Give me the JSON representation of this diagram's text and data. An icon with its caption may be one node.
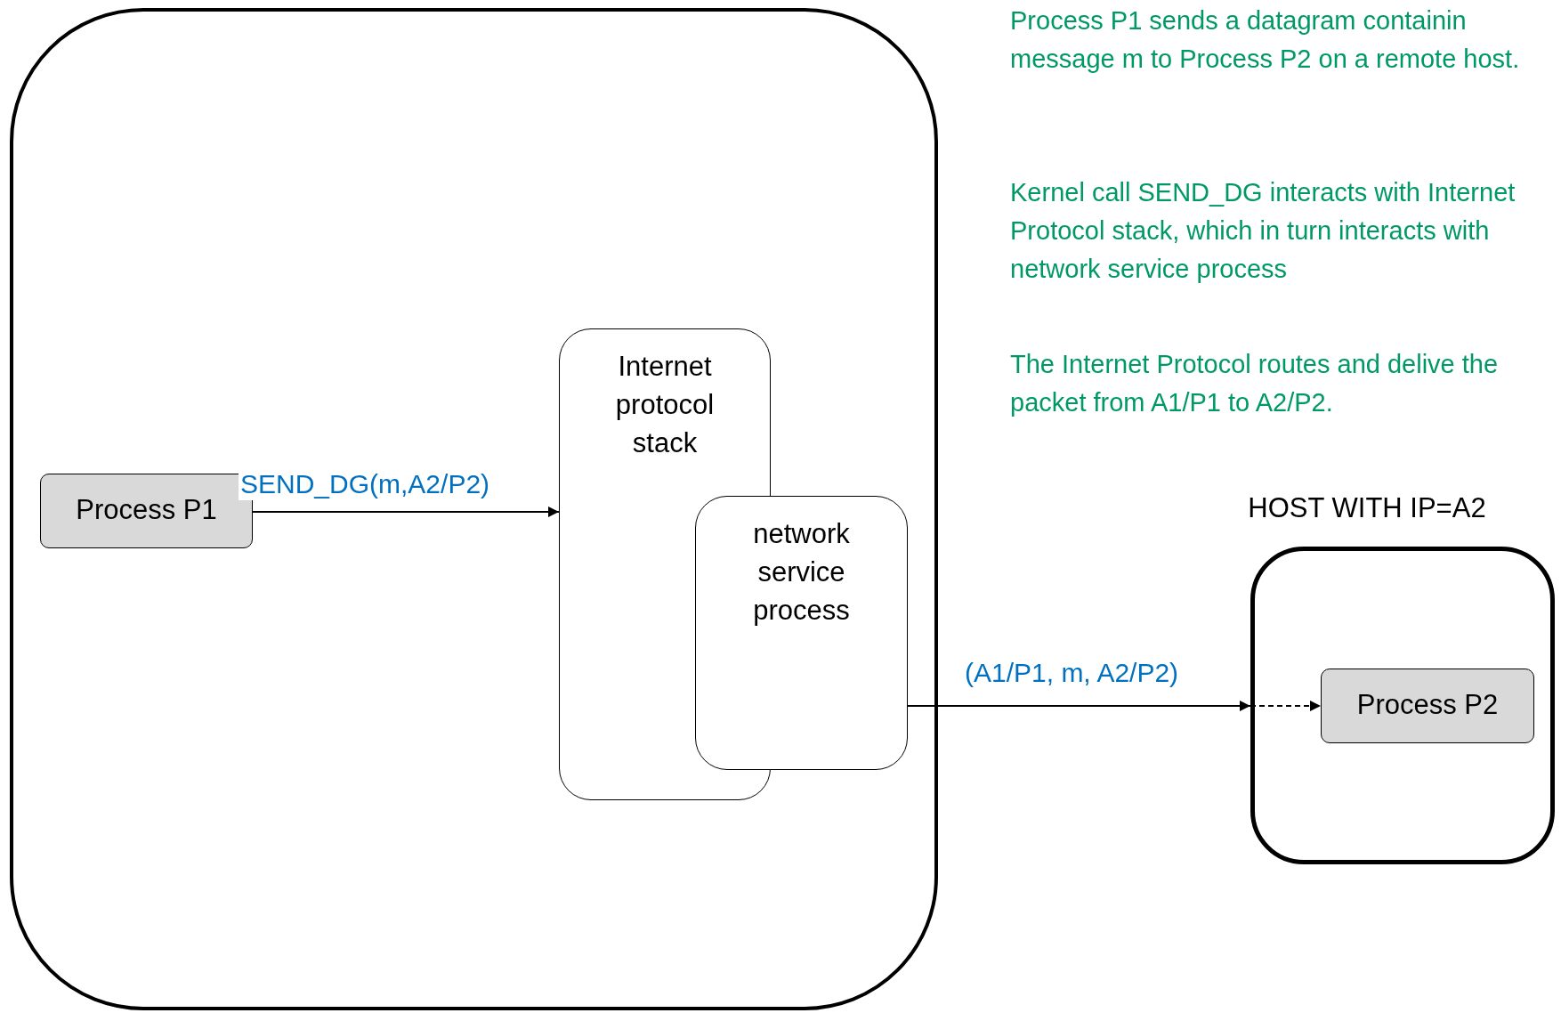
{
  "diagram": {
    "nodes": [
      {
        "text": [],
        "shape": "box"
      },
      {
        "text": [
          "Process P1"
        ],
        "in": 0
      },
      {
        "text": [
          "Internet protocol stack"
        ],
        "in": 0
      },
      {
        "text": [
          "network service process"
        ],
        "in": 0
      },
      {
        "text": [
          "HOST WITH IP=A2"
        ]
      },
      {
        "text": [
          "Process P2"
        ],
        "in": 4
      }
    ],
    "edges": [
      {
        "from": 1,
        "to": 2,
        "arrow": "to",
        "label": "SEND_DG(m,A2/P2)"
      },
      {
        "from": 3,
        "to": 4,
        "arrow": "to",
        "label": "(A1/P1, m, A2/P2)"
      },
      {
        "from": 4,
        "to": 5,
        "arrow": "to",
        "style": "dashed"
      }
    ],
    "labels": [
      "Process P1 sends a datagram containin message m to Process P2 on a remote host.",
      "Kernel call SEND_DG interacts with Internet Protocol stack, which in turn interacts with network service process",
      "The Internet Protocol routes and delive the packet from A1/P1 to A2/P2."
    ]
  }
}
